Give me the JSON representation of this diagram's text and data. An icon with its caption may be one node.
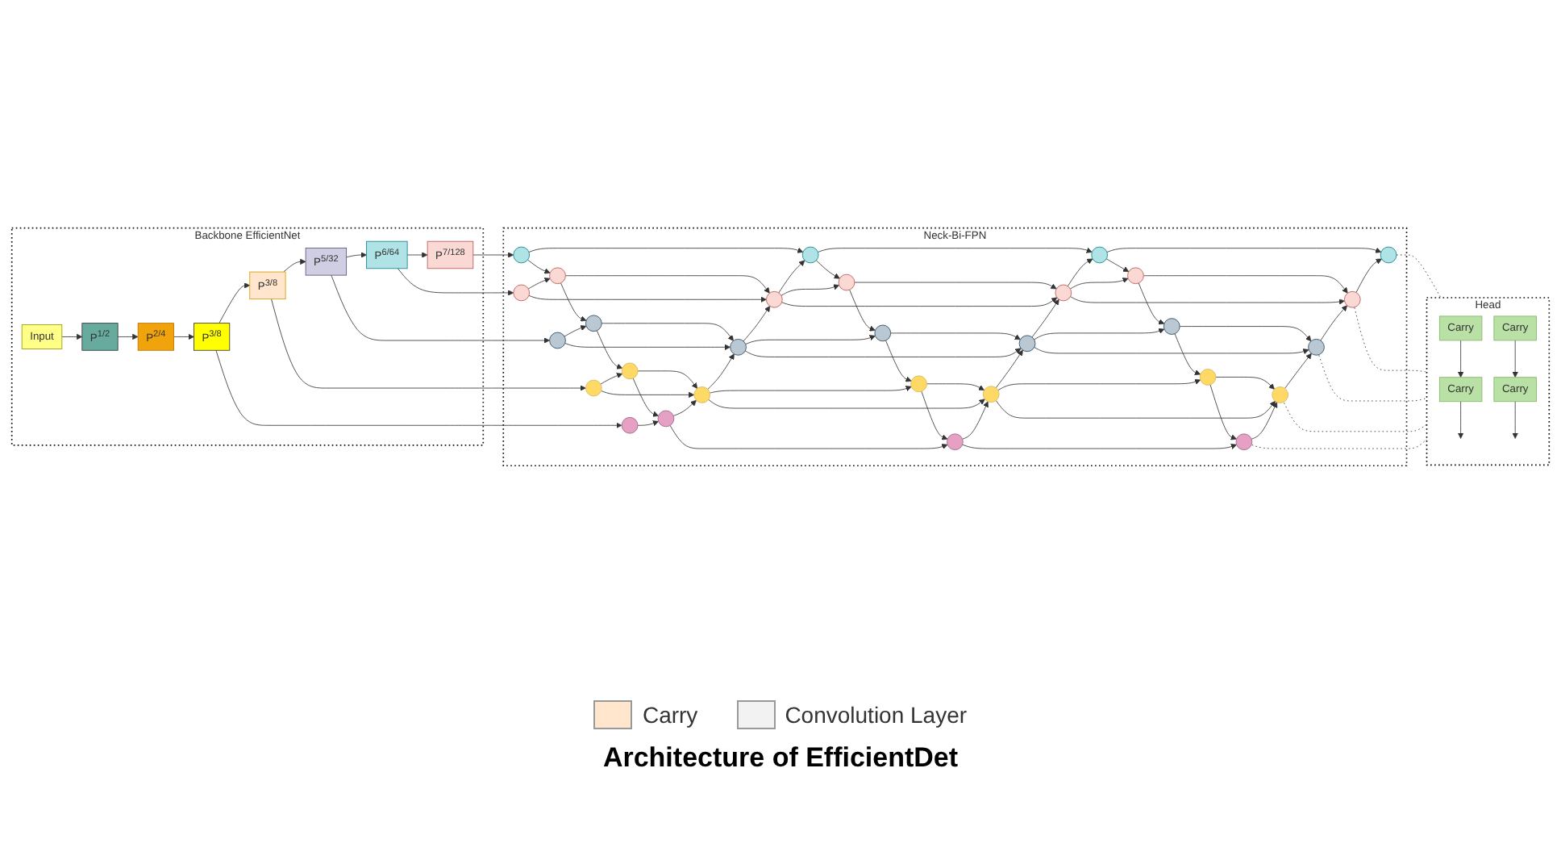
{
  "diagram": {
    "caption": "Architecture of EfficientDet",
    "nodes": [
      {
        "text": [
          "Backbone EfficientNet"
        ]
      },
      {
        "text": [
          "P$^{7/128}$"
        ],
        "in": 0
      },
      {
        "text": [
          "P$^{6/64}$"
        ],
        "in": 0
      },
      {
        "text": [
          "P$^{5/32}$"
        ],
        "in": 0
      },
      {
        "text": [
          "P$^{3/8}$"
        ],
        "in": 0
      },
      {
        "text": [
          "P$^{3/8}$"
        ],
        "in": 0
      },
      {
        "text": [
          "P$^{2/4}$"
        ],
        "in": 0
      },
      {
        "text": [
          "P$^{1/2}$"
        ],
        "in": 0
      },
      {
        "text": [
          "Input"
        ],
        "in": 0
      },
      {
        "text": [
          "Neck-Bi-FPN"
        ]
      },
      {
        "text": [],
        "shape": "circle",
        "in": 9
      },
      {
        "text": [],
        "shape": "circle",
        "in": 9
      },
      {
        "text": [],
        "shape": "circle",
        "in": 9
      },
      {
        "text": [],
        "shape": "circle",
        "in": 9
      },
      {
        "text": [],
        "shape": "circle",
        "in": 9
      },
      {
        "text": [],
        "shape": "circle",
        "in": 9
      },
      {
        "text": [],
        "shape": "circle",
        "in": 9
      },
      {
        "text": [],
        "shape": "circle",
        "in": 9
      },
      {
        "text": [],
        "shape": "circle",
        "in": 9
      },
      {
        "text": [],
        "shape": "circle",
        "in": 9
      },
      {
        "text": [],
        "shape": "circle",
        "in": 9
      },
      {
        "text": [],
        "shape": "circle",
        "in": 9
      },
      {
        "text": [],
        "shape": "circle",
        "in": 9
      },
      {
        "text": [],
        "shape": "circle",
        "in": 9
      },
      {
        "text": [],
        "shape": "circle",
        "in": 9
      },
      {
        "text": [],
        "shape": "circle",
        "in": 9
      },
      {
        "text": [],
        "shape": "circle",
        "in": 9
      },
      {
        "text": [],
        "shape": "circle",
        "in": 9
      },
      {
        "text": [],
        "shape": "circle",
        "in": 9
      },
      {
        "text": [],
        "shape": "circle",
        "in": 9
      },
      {
        "text": [],
        "shape": "circle",
        "in": 9
      },
      {
        "text": [],
        "shape": "circle",
        "in": 9
      },
      {
        "text": [],
        "shape": "circle",
        "in": 9
      },
      {
        "text": [],
        "shape": "circle",
        "in": 9
      },
      {
        "text": [],
        "shape": "circle",
        "in": 9
      },
      {
        "text": [],
        "shape": "circle",
        "in": 9
      },
      {
        "text": [],
        "shape": "circle",
        "in": 9
      },
      {
        "text": [],
        "shape": "circle",
        "in": 9
      },
      {
        "text": [],
        "shape": "circle",
        "in": 9
      },
      {
        "text": [
          "Head"
        ]
      },
      {
        "text": [
          "Carry"
        ],
        "in": 39
      },
      {
        "text": [
          "Carry"
        ],
        "in": 39
      },
      {
        "text": [
          "Carry"
        ],
        "in": 39
      },
      {
        "text": [
          "Carry"
        ],
        "in": 39
      }
    ],
    "edges": [
      {
        "from": 8,
        "to": 7,
        "arrow": "to"
      },
      {
        "from": 7,
        "to": 6,
        "arrow": "to"
      },
      {
        "from": 6,
        "to": 5,
        "arrow": "to"
      },
      {
        "from": 5,
        "to": 4,
        "arrow": "to"
      },
      {
        "from": 4,
        "to": 3,
        "arrow": "to"
      },
      {
        "from": 3,
        "to": 2,
        "arrow": "to"
      },
      {
        "from": 2,
        "to": 1,
        "arrow": "to"
      },
      {
        "from": 5,
        "to": 35,
        "arrow": "to"
      },
      {
        "from": 4,
        "to": 28,
        "arrow": "to"
      },
      {
        "from": 3,
        "to": 21,
        "arrow": "to"
      },
      {
        "from": 2,
        "to": 14,
        "arrow": "to"
      },
      {
        "from": 1,
        "to": 10,
        "arrow": "to"
      },
      {
        "from": 10,
        "to": 11,
        "arrow": "to"
      },
      {
        "from": 11,
        "to": 12,
        "arrow": "to"
      },
      {
        "from": 12,
        "to": 13,
        "arrow": "to"
      },
      {
        "from": 10,
        "to": 15,
        "arrow": "to"
      },
      {
        "from": 11,
        "to": 17,
        "arrow": "to"
      },
      {
        "from": 12,
        "to": 19,
        "arrow": "to"
      },
      {
        "from": 16,
        "to": 11,
        "arrow": "to"
      },
      {
        "from": 18,
        "to": 12,
        "arrow": "to"
      },
      {
        "from": 20,
        "to": 13,
        "arrow": "to"
      },
      {
        "from": 14,
        "to": 15,
        "arrow": "to"
      },
      {
        "from": 15,
        "to": 16,
        "arrow": "to"
      },
      {
        "from": 16,
        "to": 17,
        "arrow": "to"
      },
      {
        "from": 17,
        "to": 18,
        "arrow": "to"
      },
      {
        "from": 18,
        "to": 19,
        "arrow": "to"
      },
      {
        "from": 19,
        "to": 20,
        "arrow": "to"
      },
      {
        "from": 14,
        "to": 16,
        "arrow": "to"
      },
      {
        "from": 16,
        "to": 18,
        "arrow": "to"
      },
      {
        "from": 18,
        "to": 20,
        "arrow": "to"
      },
      {
        "from": 15,
        "to": 22,
        "arrow": "to"
      },
      {
        "from": 17,
        "to": 24,
        "arrow": "to"
      },
      {
        "from": 19,
        "to": 26,
        "arrow": "to"
      },
      {
        "from": 23,
        "to": 16,
        "arrow": "to"
      },
      {
        "from": 25,
        "to": 18,
        "arrow": "to"
      },
      {
        "from": 27,
        "to": 20,
        "arrow": "to"
      },
      {
        "from": 21,
        "to": 22,
        "arrow": "to"
      },
      {
        "from": 22,
        "to": 23,
        "arrow": "to"
      },
      {
        "from": 23,
        "to": 24,
        "arrow": "to"
      },
      {
        "from": 24,
        "to": 25,
        "arrow": "to"
      },
      {
        "from": 25,
        "to": 26,
        "arrow": "to"
      },
      {
        "from": 26,
        "to": 27,
        "arrow": "to"
      },
      {
        "from": 21,
        "to": 23,
        "arrow": "to"
      },
      {
        "from": 23,
        "to": 25,
        "arrow": "to"
      },
      {
        "from": 25,
        "to": 27,
        "arrow": "to"
      },
      {
        "from": 22,
        "to": 29,
        "arrow": "to"
      },
      {
        "from": 24,
        "to": 31,
        "arrow": "to"
      },
      {
        "from": 26,
        "to": 33,
        "arrow": "to"
      },
      {
        "from": 30,
        "to": 23,
        "arrow": "to"
      },
      {
        "from": 32,
        "to": 25,
        "arrow": "to"
      },
      {
        "from": 34,
        "to": 27,
        "arrow": "to"
      },
      {
        "from": 28,
        "to": 29,
        "arrow": "to"
      },
      {
        "from": 29,
        "to": 30,
        "arrow": "to"
      },
      {
        "from": 30,
        "to": 31,
        "arrow": "to"
      },
      {
        "from": 31,
        "to": 32,
        "arrow": "to"
      },
      {
        "from": 32,
        "to": 33,
        "arrow": "to"
      },
      {
        "from": 33,
        "to": 34,
        "arrow": "to"
      },
      {
        "from": 28,
        "to": 30,
        "arrow": "to"
      },
      {
        "from": 30,
        "to": 32,
        "arrow": "to"
      },
      {
        "from": 32,
        "to": 34,
        "arrow": "to"
      },
      {
        "from": 29,
        "to": 36,
        "arrow": "to"
      },
      {
        "from": 31,
        "to": 37,
        "arrow": "to"
      },
      {
        "from": 33,
        "to": 38,
        "arrow": "to"
      },
      {
        "from": 36,
        "to": 30,
        "arrow": "to"
      },
      {
        "from": 37,
        "to": 32,
        "arrow": "to"
      },
      {
        "from": 38,
        "to": 34,
        "arrow": "to"
      },
      {
        "from": 35,
        "to": 36,
        "arrow": "to"
      },
      {
        "from": 36,
        "to": 37,
        "arrow": "to"
      },
      {
        "from": 37,
        "to": 38,
        "arrow": "to"
      },
      {
        "from": 13,
        "to": 39,
        "arrow": "none",
        "style": "dashed"
      },
      {
        "from": 20,
        "to": 39,
        "arrow": "none",
        "style": "dashed"
      },
      {
        "from": 27,
        "to": 39,
        "arrow": "none",
        "style": "dashed"
      },
      {
        "from": 34,
        "to": 39,
        "arrow": "none",
        "style": "dashed"
      },
      {
        "from": 38,
        "to": 39,
        "arrow": "none",
        "style": "dashed"
      },
      {
        "from": 40,
        "to": 41,
        "arrow": "to"
      },
      {
        "from": 42,
        "to": 43,
        "arrow": "to"
      },
      {
        "from": 41,
        "to": null,
        "arrow": "to"
      },
      {
        "from": 43,
        "to": null,
        "arrow": "to"
      }
    ],
    "legend": [
      {
        "text": "Carry",
        "color": "#ffe6cc"
      },
      {
        "text": "Convolution Layer",
        "color": "#f2f2f2"
      }
    ]
  }
}
